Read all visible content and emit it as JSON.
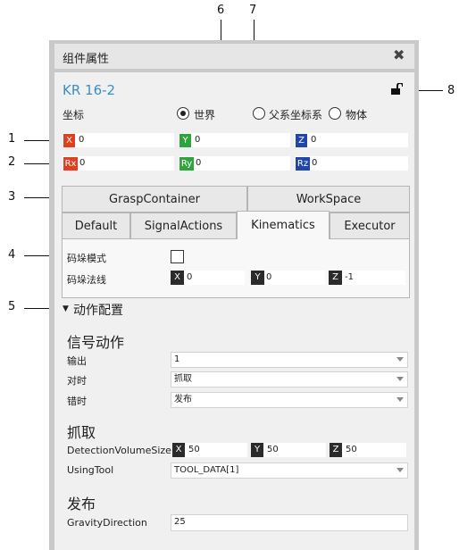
{
  "callouts": [
    "6",
    "7",
    "8",
    "1",
    "2",
    "3",
    "4",
    "5"
  ],
  "window": {
    "title": "组件属性",
    "close_icon": "close-icon"
  },
  "component": {
    "name": "KR 16-2"
  },
  "coords": {
    "label": "坐标",
    "world": "世界",
    "parent": "父系坐标系",
    "object": "物体"
  },
  "position": {
    "x": {
      "badge": "X",
      "value": "0"
    },
    "y": {
      "badge": "Y",
      "value": "0"
    },
    "z": {
      "badge": "Z",
      "value": "0"
    }
  },
  "rotation": {
    "rx": {
      "badge": "Rx",
      "value": "0"
    },
    "ry": {
      "badge": "Ry",
      "value": "0"
    },
    "rz": {
      "badge": "Rz",
      "value": "0"
    }
  },
  "tabs_top": [
    "GraspContainer",
    "WorkSpace"
  ],
  "tabs_bottom": [
    "Default",
    "SignalActions",
    "Kinematics",
    "Executor"
  ],
  "kinematics": {
    "mode_label": "码垛模式",
    "normal_label": "码垛法线",
    "x": {
      "badge": "X",
      "value": "0"
    },
    "y": {
      "badge": "Y",
      "value": "0"
    },
    "z": {
      "badge": "Z",
      "value": "-1"
    }
  },
  "action_config": {
    "label": "动作配置"
  },
  "signal": {
    "title": "信号动作",
    "output_label": "输出",
    "output_value": "1",
    "on_label": "对时",
    "on_value": "抓取",
    "off_label": "错时",
    "off_value": "发布"
  },
  "grasp": {
    "title": "抓取",
    "dvs_label": "DetectionVolumeSize",
    "x": {
      "badge": "X",
      "value": "50"
    },
    "y": {
      "badge": "Y",
      "value": "50"
    },
    "z": {
      "badge": "Z",
      "value": "50"
    },
    "tool_label": "UsingTool",
    "tool_value": "TOOL_DATA[1]"
  },
  "release": {
    "title": "发布",
    "gravity_label": "GravityDirection",
    "gravity_value": "25"
  },
  "colors": {
    "x": "#e0401f",
    "y": "#2fa33c",
    "z": "#1f46a8",
    "accent": "#3a8fc4"
  }
}
